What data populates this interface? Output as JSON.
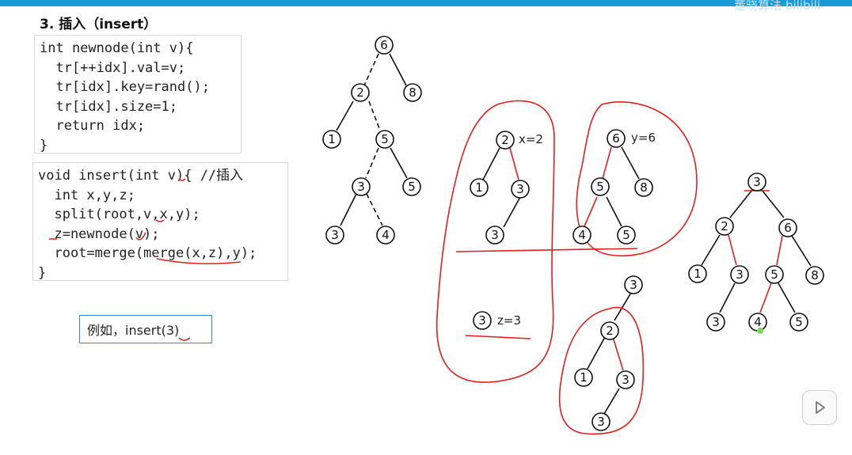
{
  "section_title": "3. 插入（insert）",
  "watermark": "董晓算法 bilibili",
  "code_newnode": [
    [
      "int",
      " newnode(",
      "int",
      " v){"
    ],
    [
      "  tr[++idx].val=v;"
    ],
    [
      "  tr[idx].key=rand();"
    ],
    [
      "  tr[idx].size=1;"
    ],
    [
      "  return",
      " idx;"
    ],
    [
      "}"
    ]
  ],
  "code_newnode_lines": [
    "int newnode(int v){",
    "  tr[++idx].val=v;",
    "  tr[idx].key=rand();",
    "  tr[idx].size=1;",
    "  return idx;",
    "}"
  ],
  "code_insert_lines": [
    "void insert(int v){ //插入",
    "  int x,y,z;",
    "  split(root,v,x,y);",
    "  z=newnode(v);",
    "  root=merge(merge(x,z),y);",
    "}"
  ],
  "example_label": "例如，insert(3)",
  "labels": {
    "x_label": "x=2",
    "y_label": "y=6",
    "z_label": "z=3"
  },
  "trees": {
    "original": {
      "nodes": [
        "6",
        "2",
        "8",
        "1",
        "5",
        "3",
        "5",
        "3",
        "4"
      ]
    },
    "x_tree": {
      "nodes": [
        "2",
        "1",
        "3",
        "3"
      ]
    },
    "y_tree": {
      "nodes": [
        "6",
        "5",
        "8",
        "4",
        "5"
      ]
    },
    "z_tree": {
      "nodes": [
        "3"
      ]
    },
    "merged_xz": {
      "nodes": [
        "3",
        "2",
        "1",
        "3",
        "3"
      ]
    },
    "final": {
      "nodes": [
        "3",
        "2",
        "6",
        "1",
        "3",
        "5",
        "8",
        "3",
        "4",
        "5"
      ]
    }
  },
  "colors": {
    "topbar": "#1a9bd7",
    "annotation_red": "#e02020",
    "keyword_blue": "#1f3fbf",
    "example_border": "#3a83d1"
  },
  "icons": {
    "play": "play-icon"
  }
}
